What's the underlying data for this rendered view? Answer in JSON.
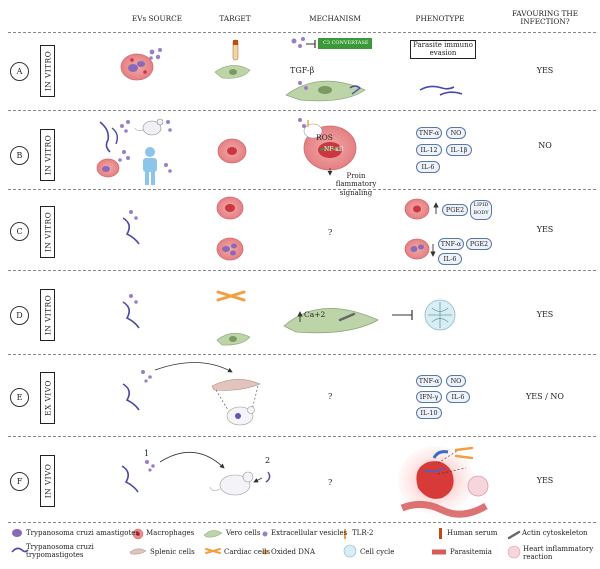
{
  "headers": {
    "source": "EVs SOURCE",
    "target": "TARGET",
    "mechanism": "MECHANISM",
    "phenotype": "PHENOTYPE",
    "favouring": "FAVOURING THE INFECTION?"
  },
  "rows": [
    {
      "letter": "A",
      "setting": "IN VITRO",
      "favouring": "YES"
    },
    {
      "letter": "B",
      "setting": "IN VITRO",
      "favouring": "NO"
    },
    {
      "letter": "C",
      "setting": "IN VITRO",
      "favouring": "YES"
    },
    {
      "letter": "D",
      "setting": "IN VITRO",
      "favouring": "YES"
    },
    {
      "letter": "E",
      "setting": "EX VIVO",
      "favouring": "YES / NO"
    },
    {
      "letter": "F",
      "setting": "IN VIVO",
      "favouring": "YES"
    }
  ],
  "mechanism": {
    "a_c3": "C3 CONVERTASE",
    "a_tgf": "TGF-β",
    "b_ros": "ROS",
    "b_nfkb": "NF-κB",
    "b_tlr": "TLR-2",
    "b_signal": "Proin flammatory signaling",
    "c_unknown": "?",
    "d_ca": "Ca+2",
    "e_unknown": "?",
    "f_unknown": "?"
  },
  "phenotype": {
    "a_box": "Parasite immuno evasion",
    "b_tnf": "TNF-α",
    "b_no": "NO",
    "b_il12": "IL-12",
    "b_il1": "IL-1β",
    "b_il6": "IL-6",
    "c_pge2": "PGE2",
    "c_lipid": "LIPID BODY",
    "c_tnf": "TNF-α",
    "c_pge2b": "PGE2",
    "c_il6": "IL-6",
    "e_tnf": "TNF-α",
    "e_no": "NO",
    "e_ifn": "IFN-γ",
    "e_il6": "IL-6",
    "e_il10": "IL-10"
  },
  "source_f": {
    "step1": "1",
    "step2": "2"
  },
  "legend": {
    "amastigotes": "Trypanosoma cruzi amastigotes",
    "trypomastigotes": "Trypanosoma cruzi trypomastigotes",
    "macrophages": "Macrophages",
    "splenic": "Splenic cells",
    "vero": "Vero cells",
    "cardiac": "Cardiac cells",
    "ev": "Extracellular vesicles",
    "dna": "Oxided DNA",
    "tlr": "TLR-2",
    "cycle": "Cell cycle",
    "serum": "Human serum",
    "parasitemia": "Parasitemia",
    "actin": "Actin cytoskeleton",
    "heart": "Heart inflammatory reaction"
  },
  "colors": {
    "macrophage": "#e8888a",
    "nucleus": "#c8383e",
    "parasite": "#5a5ab0",
    "vesicle": "#9b7fc4",
    "vero": "#bcd4a8",
    "pill_border": "#5878a8",
    "cardiac": "#f0a040",
    "nfkb": "#3a9a3a"
  }
}
